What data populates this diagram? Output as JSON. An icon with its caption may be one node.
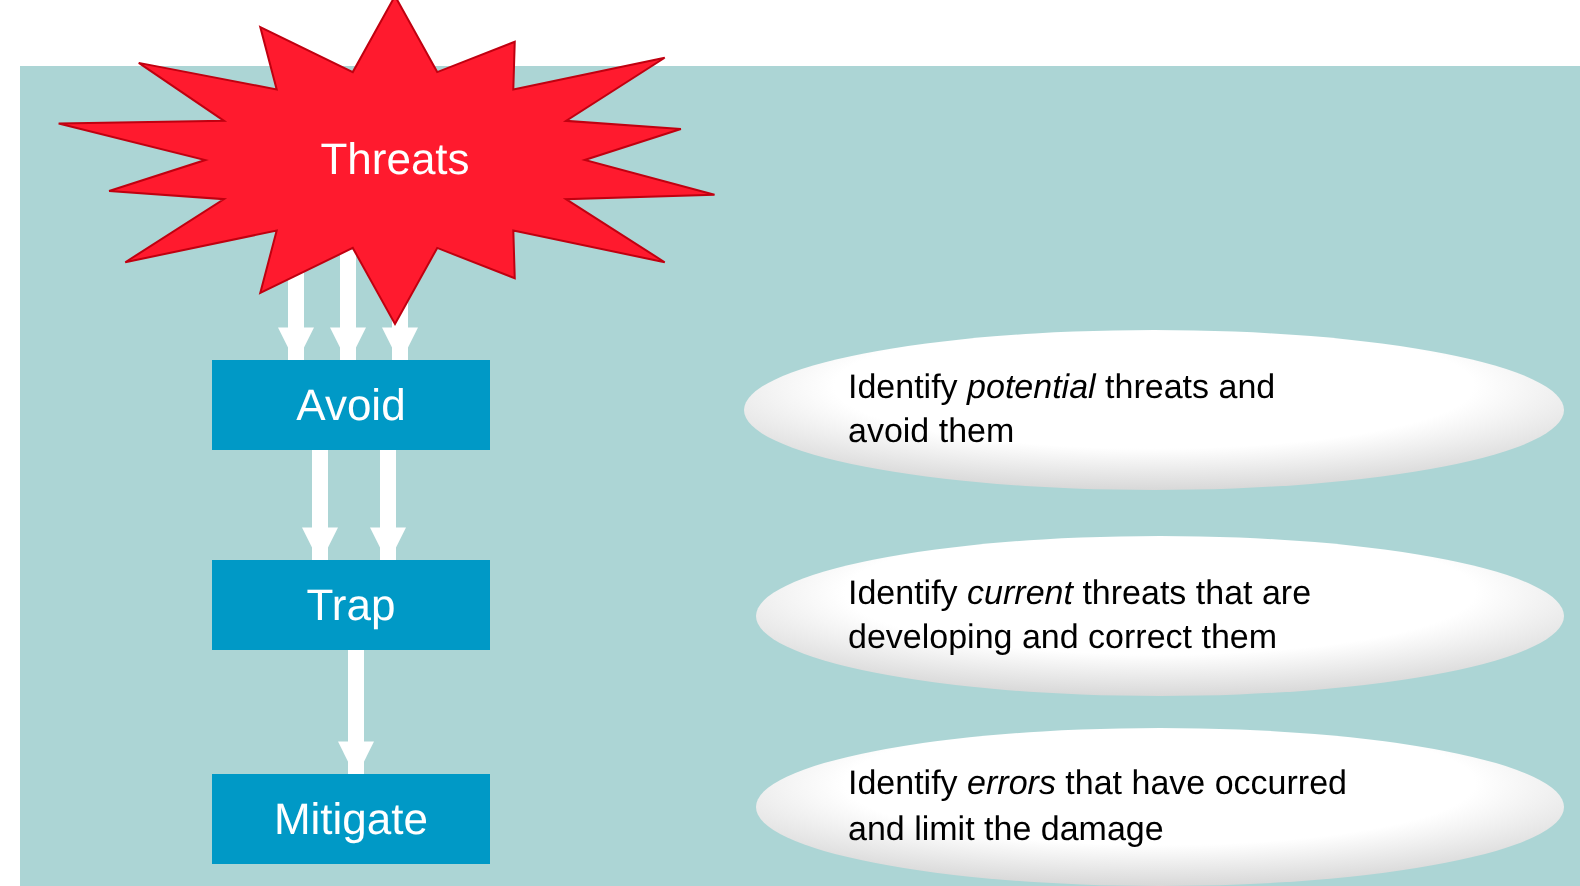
{
  "diagram": {
    "nodes": [
      {
        "text": [
          "Threats"
        ]
      },
      {
        "text": [
          "Avoid"
        ]
      },
      {
        "text": [
          "Trap"
        ]
      },
      {
        "text": [
          "Mitigate"
        ]
      },
      {
        "text": [
          "Identify *potential* threats and avoid them"
        ]
      },
      {
        "text": [
          "Identify *current* threats that are developing and correct them"
        ]
      },
      {
        "text": [
          "Identify *errors* that have occurred and limit the damage"
        ]
      }
    ],
    "edges": [
      {
        "from": 0,
        "to": 1,
        "arrow": "to"
      },
      {
        "from": 0,
        "to": 1,
        "arrow": "to"
      },
      {
        "from": 0,
        "to": 1,
        "arrow": "to"
      },
      {
        "from": 1,
        "to": 2,
        "arrow": "to"
      },
      {
        "from": 1,
        "to": 2,
        "arrow": "to"
      },
      {
        "from": 2,
        "to": 3,
        "arrow": "to"
      }
    ]
  }
}
